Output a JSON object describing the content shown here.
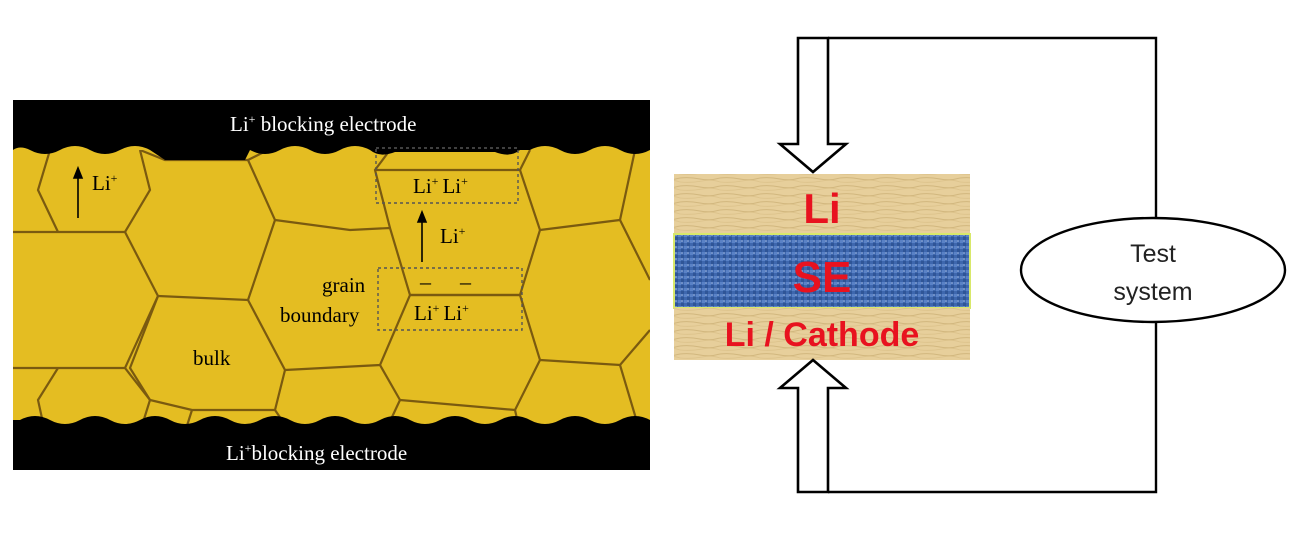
{
  "left_panel": {
    "top_electrode": {
      "main": "Li",
      "sup": "+",
      "rest": " blocking electrode"
    },
    "bottom_electrode": {
      "main": "Li",
      "sup": "+",
      "rest": "blocking electrode"
    },
    "ion_left": {
      "main": "Li",
      "sup": "+"
    },
    "ion_center": {
      "main": "Li",
      "sup": "+"
    },
    "ion_pair_top": [
      {
        "main": "Li",
        "sup": "+"
      },
      {
        "main": "Li",
        "sup": "+"
      }
    ],
    "ion_pair_bottom": [
      {
        "main": "Li",
        "sup": "+"
      },
      {
        "main": "Li",
        "sup": "+"
      }
    ],
    "charge_marks": [
      "–",
      "–"
    ],
    "grain_boundary_label": [
      "grain",
      "boundary"
    ],
    "bulk_label": "bulk",
    "colors": {
      "electrode": "#000000",
      "grain": "#e4bd22",
      "grain_edge": "#7a5a10"
    }
  },
  "right_panel": {
    "top_layer": "Li",
    "middle_layer": "SE",
    "bottom_layer": "Li / Cathode",
    "test_system": [
      "Test",
      "system"
    ],
    "colors": {
      "label": "#e8121f",
      "wood": "#e7cf9b",
      "se": "#3e67ae"
    }
  }
}
